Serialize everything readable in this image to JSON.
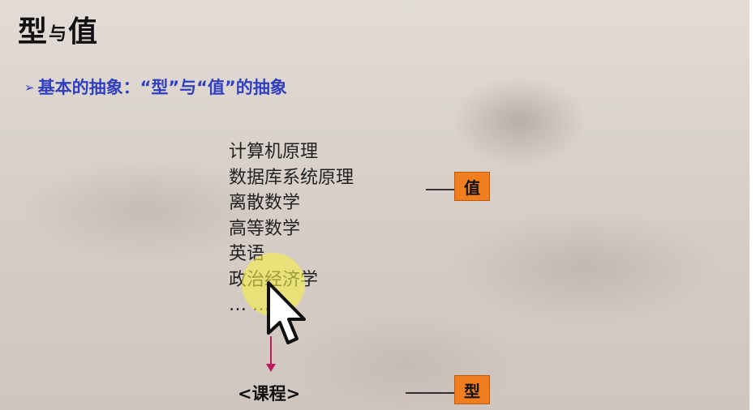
{
  "slide": {
    "title_part1": "型",
    "title_connector": "与",
    "title_part2": "值",
    "subtitle_bullet": "➢",
    "subtitle": "基本的抽象：“型”与“值”的抽象"
  },
  "values_list": [
    "计算机原理",
    "数据库系统原理",
    "离散数学",
    "高等数学",
    "英语",
    "政治经济学",
    "… …"
  ],
  "type_label": "<课程>",
  "tags": {
    "value": "值",
    "type": "型"
  },
  "colors": {
    "subtitle": "#2f3fbf",
    "tag_fill": "#f07e1e",
    "arrow": "#c2185b",
    "cursor_highlight": "#f5f046"
  },
  "icons": {
    "cursor": "mouse-pointer-icon",
    "arrow": "down-arrow-icon"
  }
}
